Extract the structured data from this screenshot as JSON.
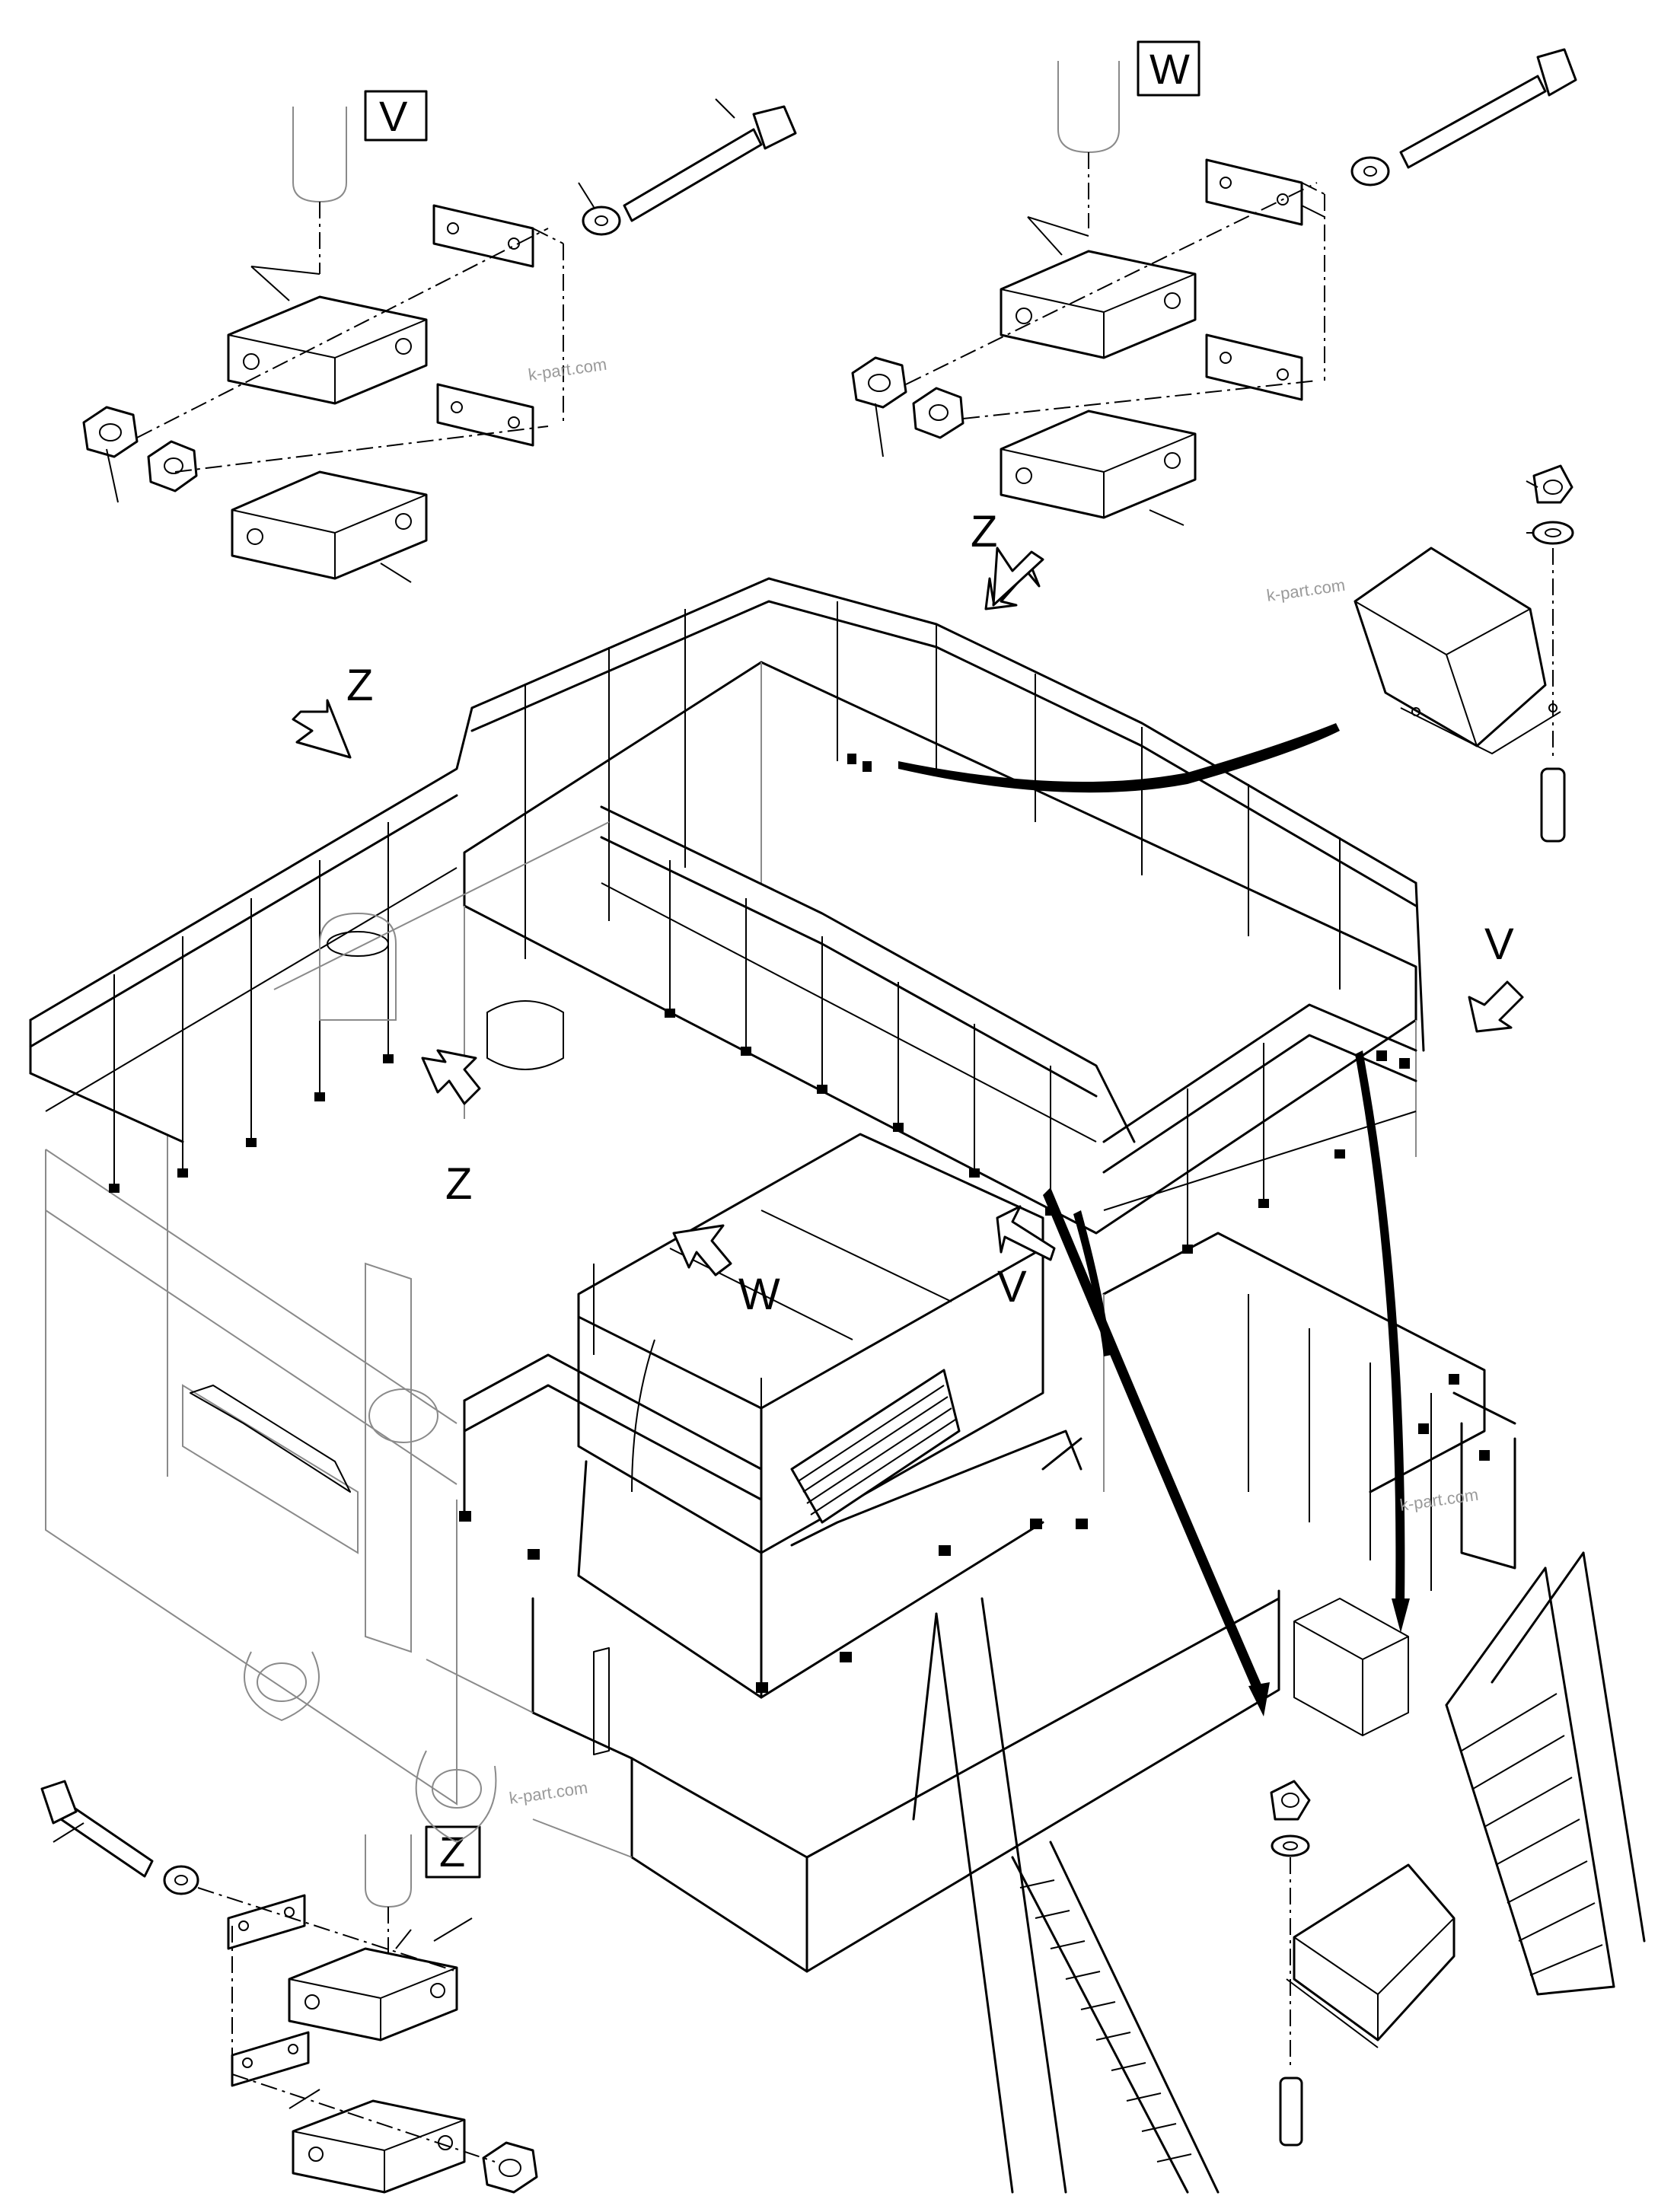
{
  "detail_boxes": {
    "v": "V",
    "w": "W",
    "z": "Z"
  },
  "view_arrows": {
    "z_top": "Z",
    "z_left": "Z",
    "z_lower": "Z",
    "v_right": "V",
    "v_center": "V",
    "w_center": "W"
  },
  "watermarks": [
    "k-part.com",
    "k-part.com",
    "k-part.com",
    "k-part.com"
  ]
}
